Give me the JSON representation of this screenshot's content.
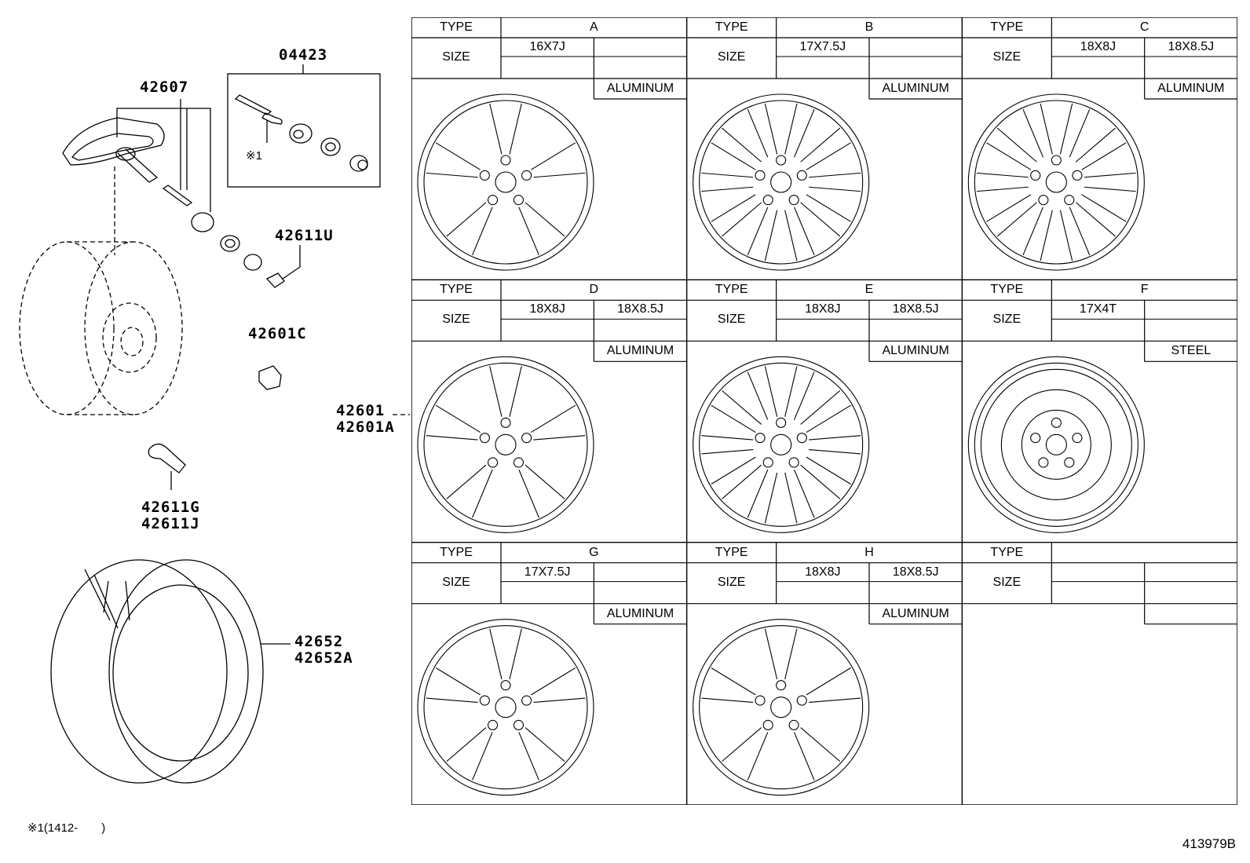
{
  "parts": {
    "p04423": "04423",
    "p42607": "42607",
    "p42611U": "42611U",
    "p42601C": "42601C",
    "p42601": "42601",
    "p42601A": "42601A",
    "p42611G": "42611G",
    "p42611J": "42611J",
    "p42652": "42652",
    "p42652A": "42652A",
    "ref1": "※1"
  },
  "footnote": "※1(1412-　　)",
  "drawing_id": "413979B",
  "table": {
    "type_label": "TYPE",
    "size_label": "SIZE",
    "cells": [
      {
        "type": "A",
        "size1": "16X7J",
        "size2": "",
        "material": "ALUMINUM"
      },
      {
        "type": "B",
        "size1": "17X7.5J",
        "size2": "",
        "material": "ALUMINUM"
      },
      {
        "type": "C",
        "size1": "18X8J",
        "size2": "18X8.5J",
        "material": "ALUMINUM"
      },
      {
        "type": "D",
        "size1": "18X8J",
        "size2": "18X8.5J",
        "material": "ALUMINUM"
      },
      {
        "type": "E",
        "size1": "18X8J",
        "size2": "18X8.5J",
        "material": "ALUMINUM"
      },
      {
        "type": "F",
        "size1": "17X4T",
        "size2": "",
        "material": "STEEL"
      },
      {
        "type": "G",
        "size1": "17X7.5J",
        "size2": "",
        "material": "ALUMINUM"
      },
      {
        "type": "H",
        "size1": "18X8J",
        "size2": "18X8.5J",
        "material": "ALUMINUM"
      },
      {
        "type": "",
        "size1": "",
        "size2": "",
        "material": ""
      }
    ]
  },
  "wheel_styles": [
    "five-spoke-split",
    "ten-spoke-twisted",
    "multi-spoke-mesh",
    "five-spoke-simple",
    "split-spoke-ten",
    "steel-spare",
    "five-double-spoke",
    "five-spoke-bold",
    ""
  ]
}
